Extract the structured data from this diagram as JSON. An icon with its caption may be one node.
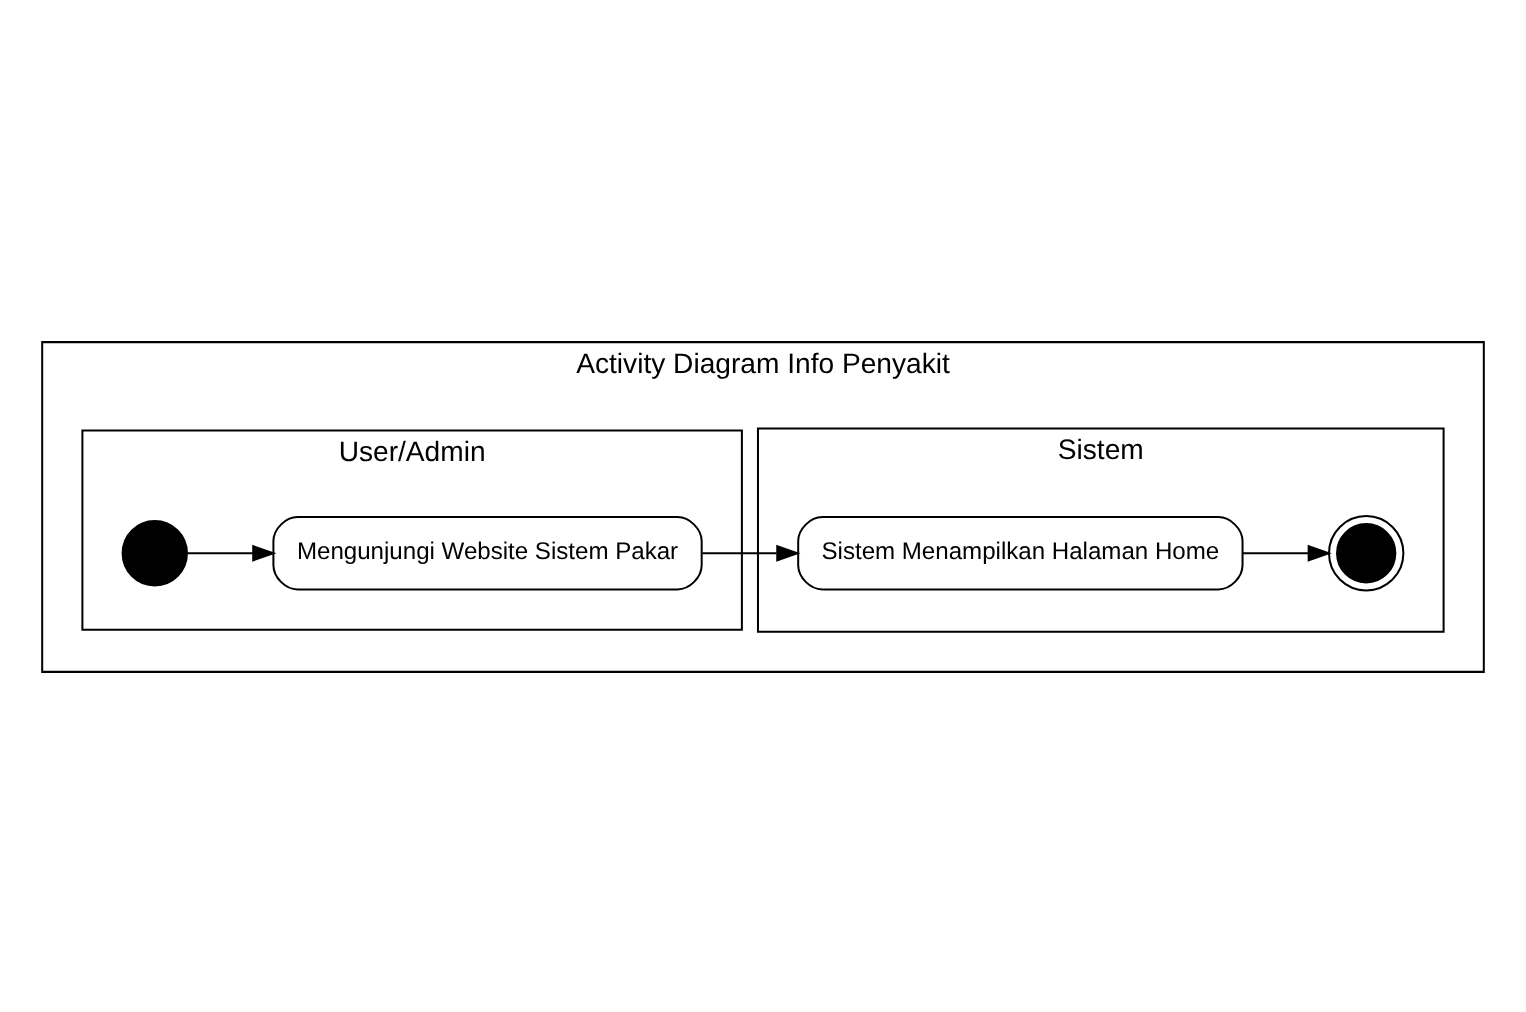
{
  "diagram": {
    "nodes": [
      {
        "text": [
          "Activity Diagram Info Penyakit"
        ]
      },
      {
        "text": [
          "User/Admin"
        ],
        "in": 0
      },
      {
        "text": [
          "Sistem"
        ],
        "in": 0
      },
      {
        "text": [],
        "shape": "circle",
        "in": 1
      },
      {
        "text": [
          "Mengunjungi Website Sistem Pakar"
        ],
        "in": 1
      },
      {
        "text": [
          "Sistem Menampilkan Halaman Home"
        ],
        "in": 2
      },
      {
        "text": [],
        "shape": "doublecircle",
        "in": 2
      }
    ],
    "edges": [
      {
        "from": 3,
        "to": 4,
        "arrow": "to"
      },
      {
        "from": 4,
        "to": 5,
        "arrow": "to"
      },
      {
        "from": 5,
        "to": 6,
        "arrow": "to"
      }
    ]
  }
}
